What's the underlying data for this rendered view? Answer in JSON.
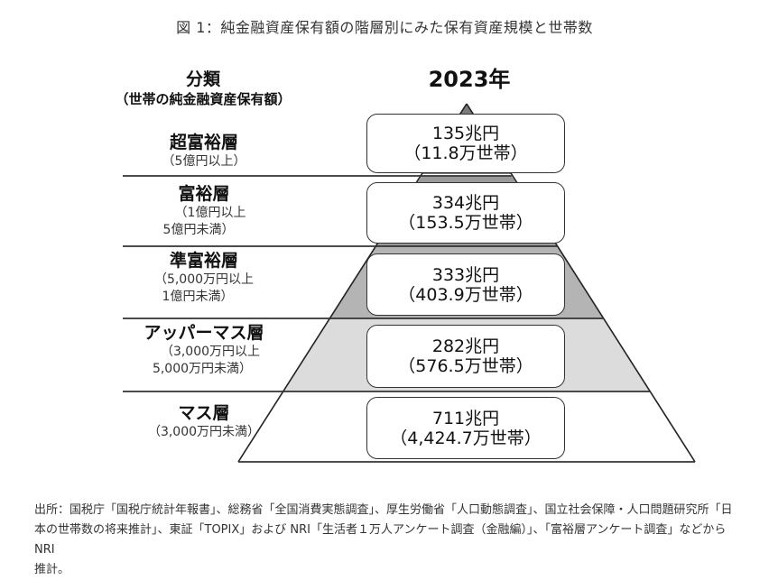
{
  "title": "図 1：純金融資産保有額の階層別にみた保有資産規模と世帯数",
  "headers": {
    "category_title": "分類",
    "category_subtitle": "（世帯の純金融資産保有額）",
    "year": "2023年"
  },
  "tiers": [
    {
      "name": "超富裕層",
      "range_line1": "（5億円以上）",
      "range_line2": "",
      "assets": "135兆円",
      "households": "（11.8万世帯）",
      "fill": "#7b7b7b"
    },
    {
      "name": "富裕層",
      "range_line1": "（1億円以上",
      "range_line2": "5億円未満）",
      "assets": "334兆円",
      "households": "（153.5万世帯）",
      "fill": "#9a9a9a"
    },
    {
      "name": "準富裕層",
      "range_line1": "（5,000万円以上",
      "range_line2": "1億円未満）",
      "assets": "333兆円",
      "households": "（403.9万世帯）",
      "fill": "#b4b4b4"
    },
    {
      "name": "アッパーマス層",
      "range_line1": "（3,000万円以上",
      "range_line2": "5,000万円未満）",
      "assets": "282兆円",
      "households": "（576.5万世帯）",
      "fill": "#dcdcdc"
    },
    {
      "name": "マス層",
      "range_line1": "（3,000万円未満）",
      "range_line2": "",
      "assets": "711兆円",
      "households": "（4,424.7万世帯）",
      "fill": "#ffffff"
    }
  ],
  "source": {
    "line1": "出所：国税庁「国税庁統計年報書」、総務省「全国消費実態調査」、厚生労働省「人口動態調査」、国立社会保障・人口問題研究所「日",
    "line2": "本の世帯数の将来推計」、東証「TOPIX」および NRI「生活者１万人アンケート調査（金融編）」、「富裕層アンケート調査」などから NRI",
    "line3": "推計。"
  },
  "chart_data": {
    "type": "table",
    "title": "純金融資産保有額の階層別にみた保有資産規模と世帯数",
    "year": "2023年",
    "columns": [
      "分類",
      "世帯の純金融資産保有額",
      "保有資産規模(兆円)",
      "世帯数(万世帯)"
    ],
    "rows": [
      [
        "超富裕層",
        "5億円以上",
        135,
        11.8
      ],
      [
        "富裕層",
        "1億円以上5億円未満",
        334,
        153.5
      ],
      [
        "準富裕層",
        "5,000万円以上1億円未満",
        333,
        403.9
      ],
      [
        "アッパーマス層",
        "3,000万円以上5,000万円未満",
        282,
        576.5
      ],
      [
        "マス層",
        "3,000万円未満",
        711,
        4424.7
      ]
    ]
  }
}
